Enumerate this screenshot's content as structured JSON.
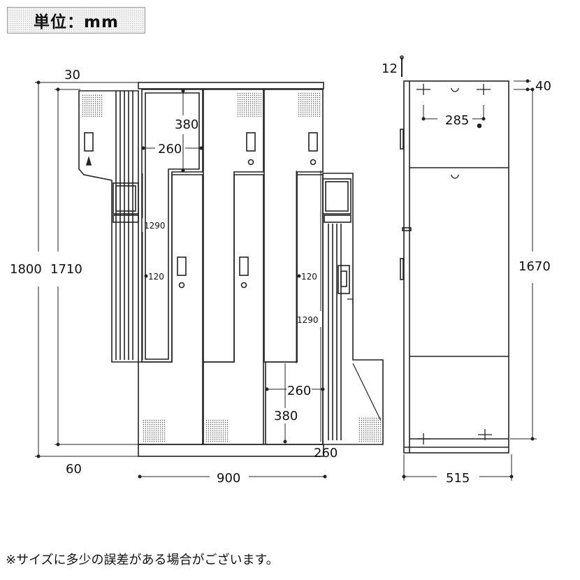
{
  "unit_label": "単位：mm",
  "footnote": "※サイズに多少の誤差がある場合がございます。",
  "front_view": {
    "dims": {
      "top_offset": "30",
      "overall_height": "1800",
      "body_height": "1710",
      "door_height_left": "1290",
      "door_height_right": "1290",
      "upper_notch_height": "380",
      "upper_notch_width": "260",
      "lower_notch_width": "260",
      "lower_notch_height": "380",
      "gap_left": "120",
      "gap_right": "120",
      "base_height": "60",
      "bottom_right": "260",
      "overall_width": "900"
    }
  },
  "side_view": {
    "dims": {
      "top_bolt": "12",
      "top_margin": "40",
      "hole_pitch": "285",
      "body_height": "1670",
      "depth": "515"
    }
  }
}
